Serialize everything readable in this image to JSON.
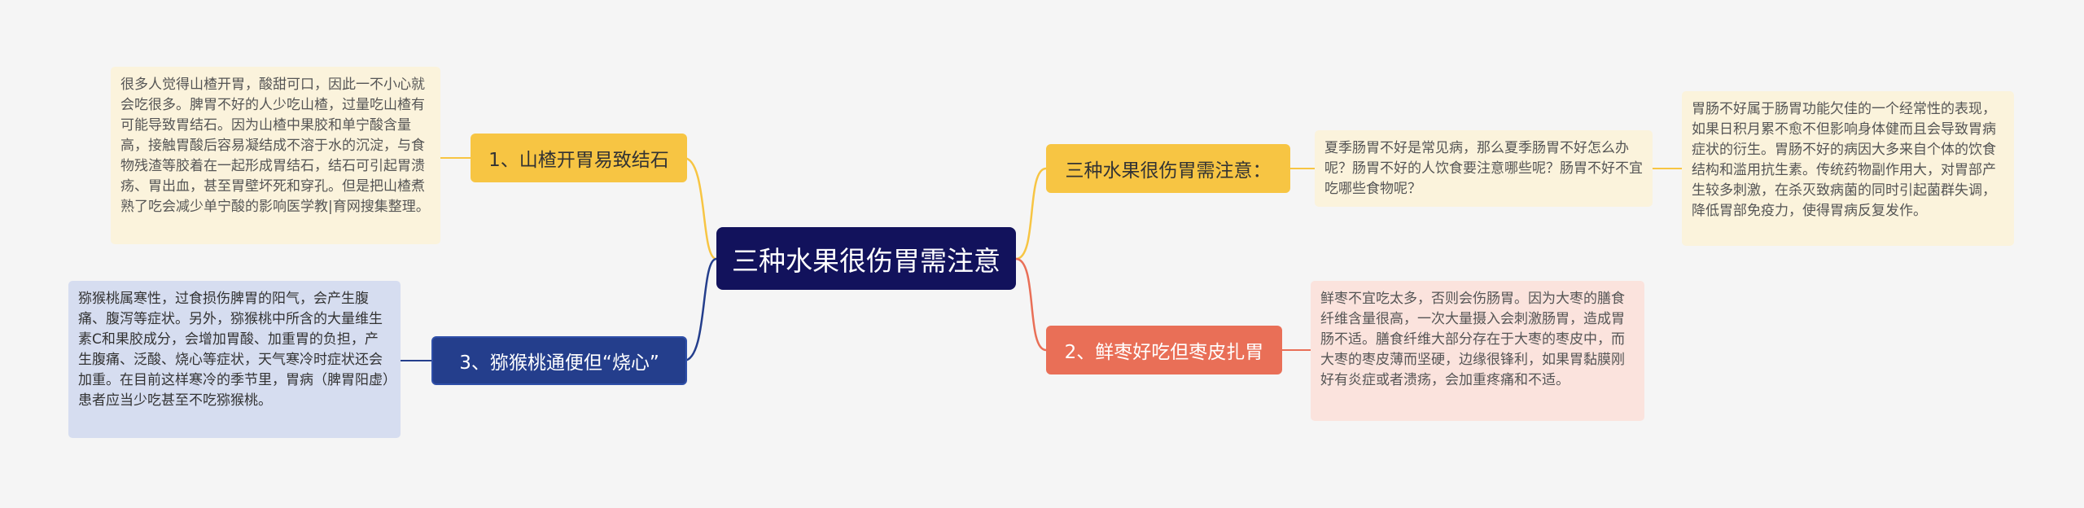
{
  "center": {
    "label": "三种水果很伤胃需注意"
  },
  "branches": [
    {
      "label": "1、山楂开胃易致结石",
      "color": "#f7c543"
    },
    {
      "label": "3、猕猴桃通便但“烧心”",
      "color": "#243e8c"
    },
    {
      "label": "三种水果很伤胃需注意：",
      "color": "#f7c543"
    },
    {
      "label": "2、鲜枣好吃但枣皮扎胃",
      "color": "#e96f57"
    }
  ],
  "leaves": [
    {
      "text": "很多人觉得山楂开胃，酸甜可口，因此一不小心就会吃很多。脾胃不好的人少吃山楂，过量吃山楂有可能导致胃结石。因为山楂中果胶和单宁酸含量高，接触胃酸后容易凝结成不溶于水的沉淀，与食物残渣等胶着在一起形成胃结石，结石可引起胃溃疡、胃出血，甚至胃壁坏死和穿孔。但是把山楂煮熟了吃会减少单宁酸的影响医学教|育网搜集整理。"
    },
    {
      "text": "猕猴桃属寒性，过食损伤脾胃的阳气，会产生腹痛、腹泻等症状。另外，猕猴桃中所含的大量维生素C和果胶成分，会增加胃酸、加重胃的负担，产生腹痛、泛酸、烧心等症状，天气寒冷时症状还会加重。在目前这样寒冷的季节里，胃病（脾胃阳虚）患者应当少吃甚至不吃猕猴桃。"
    },
    {
      "text": "夏季肠胃不好是常见病，那么夏季肠胃不好怎么办呢？肠胃不好的人饮食要注意哪些呢？肠胃不好不宜吃哪些食物呢？"
    },
    {
      "text": "胃肠不好属于肠胃功能欠佳的一个经常性的表现，如果日积月累不愈不但影响身体健而且会导致胃病症状的衍生。胃肠不好的病因大多来自个体的饮食结构和滥用抗生素。传统药物副作用大，对胃部产生较多刺激，在杀灭致病菌的同时引起菌群失调，降低胃部免疫力，使得胃病反复发作。"
    },
    {
      "text": "鲜枣不宜吃太多，否则会伤肠胃。因为大枣的膳食纤维含量很高，一次大量摄入会刺激肠胃，造成胃肠不适。膳食纤维大部分存在于大枣的枣皮中，而大枣的枣皮薄而坚硬，边缘很锋利，如果胃黏膜刚好有炎症或者溃疡，会加重疼痛和不适。"
    }
  ]
}
